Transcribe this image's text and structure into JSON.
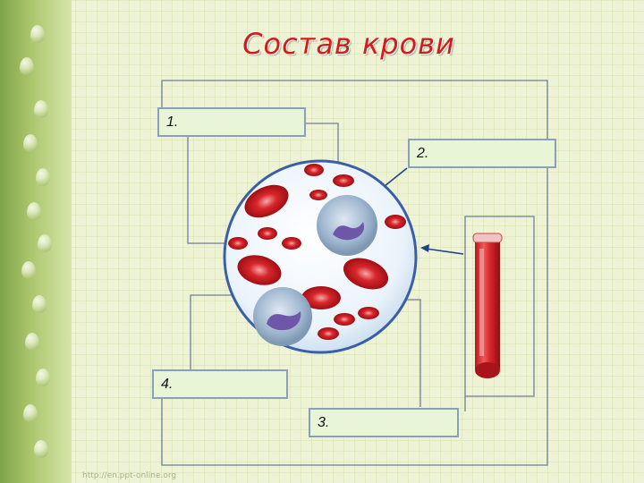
{
  "title": "Состав крови",
  "labels": {
    "box1": "1.",
    "box2": "2.",
    "box3": "3.",
    "box4": "4."
  },
  "watermark": "http://en.ppt-online.org",
  "colors": {
    "title": "#d41b1b",
    "box_fill": "#e9f5d7",
    "red_cell": "#d8262b",
    "white_cell": "#9fb6cf",
    "nucleus": "#6e56a8"
  },
  "icons": [
    "blood-cells-circle",
    "test-tube",
    "arrow"
  ]
}
